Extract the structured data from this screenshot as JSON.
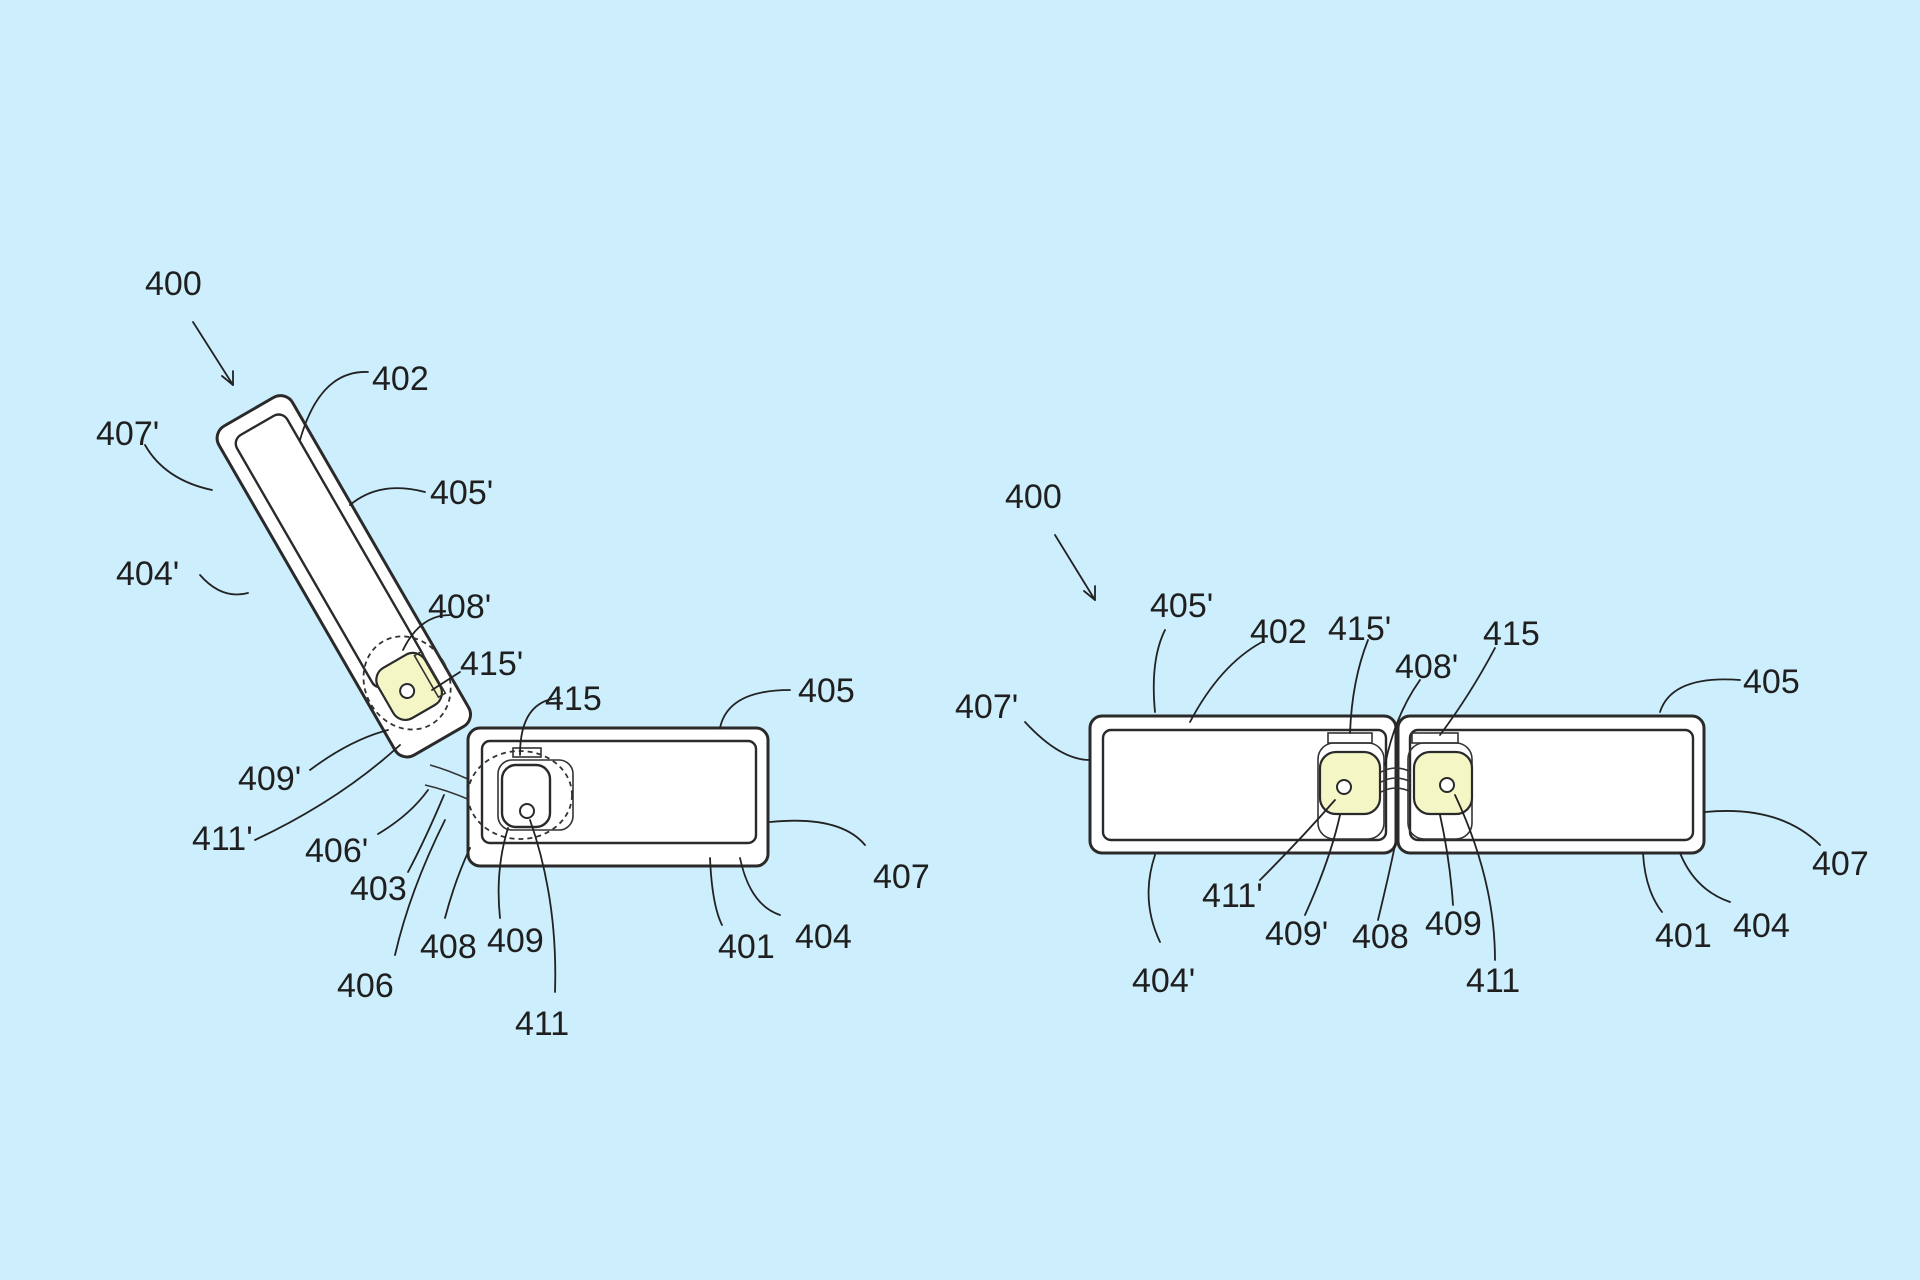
{
  "colors": {
    "background": "#cdeefc",
    "hinge_fill": "#f4f6c6",
    "line": "#2a2a2a",
    "body": "#ffffff"
  },
  "figure_left": {
    "device_ref": "400",
    "labels": {
      "l402": "402",
      "l407p": "407'",
      "l405p": "405'",
      "l404p": "404'",
      "l408p": "408'",
      "l415p": "415'",
      "l415": "415",
      "l405": "405",
      "l409p": "409'",
      "l411p": "411'",
      "l406p": "406'",
      "l403": "403",
      "l406": "406",
      "l408": "408",
      "l409": "409",
      "l411": "411",
      "l401": "401",
      "l404": "404",
      "l407": "407"
    }
  },
  "figure_right": {
    "device_ref": "400",
    "labels": {
      "l405p": "405'",
      "l402": "402",
      "l415p": "415'",
      "l415": "415",
      "l408p": "408'",
      "l407p": "407'",
      "l405": "405",
      "l407": "407",
      "l411p": "411'",
      "l409p": "409'",
      "l408": "408",
      "l409": "409",
      "l411": "411",
      "l401": "401",
      "l404": "404",
      "l404p": "404'"
    }
  }
}
